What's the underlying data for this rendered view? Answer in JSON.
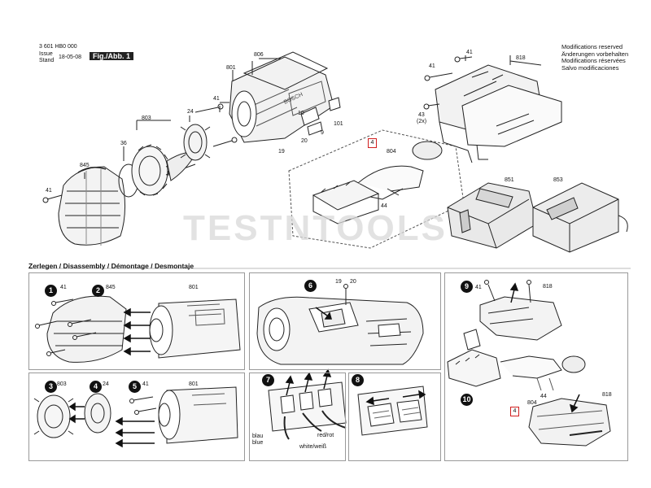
{
  "header": {
    "part_number": "3 601 HB0 000",
    "issue_label": "Issue",
    "stand_label": "Stand",
    "date": "18-05-08",
    "figure_label": "Fig./Abb. 1"
  },
  "notes": [
    "Modifications reserved",
    "Änderungen vorbehalten",
    "Modifications réservées",
    "Salvo modificaciones"
  ],
  "watermark": "TESTNTOOLS",
  "exploded_view": {
    "callouts": [
      "806",
      "801",
      "41",
      "24",
      "803",
      "36",
      "845",
      "41",
      "10",
      "9",
      "101",
      "19",
      "20",
      "41",
      "41",
      "818",
      "43",
      "(2x)",
      "4",
      "804",
      "44",
      "851",
      "853"
    ]
  },
  "disassembly": {
    "title": "Zerlegen / Disassembly / Démontage / Desmontaje",
    "steps": [
      "1",
      "2",
      "3",
      "4",
      "5",
      "6",
      "7",
      "8",
      "9",
      "10"
    ],
    "panel1_labels": [
      "41",
      "845",
      "801"
    ],
    "panel3_labels": [
      "803",
      "24",
      "41",
      "801"
    ],
    "panel6_labels": [
      "19",
      "20"
    ],
    "panel7_labels": [
      "blau",
      "blue",
      "red/rot",
      "white/weiß"
    ],
    "panel9_labels": [
      "41",
      "818"
    ],
    "panel10_labels": [
      "44",
      "804",
      "4",
      "818"
    ]
  }
}
